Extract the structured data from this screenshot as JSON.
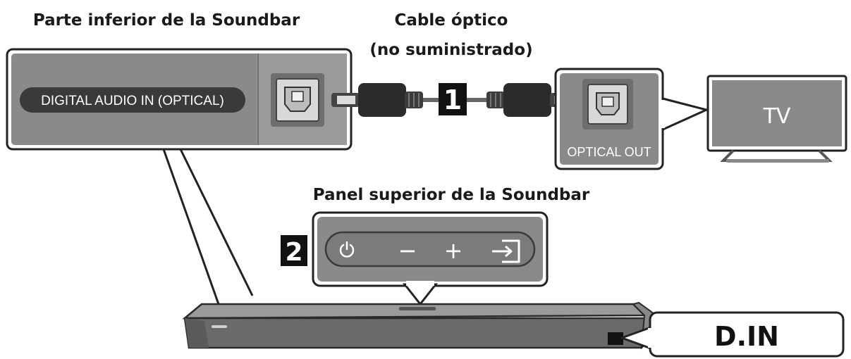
{
  "labels": {
    "bottom_soundbar": "Parte inferior de la Soundbar",
    "optical_cable_line1": "Cable óptico",
    "optical_cable_line2": "(no suministrado)",
    "top_panel": "Panel superior de la Soundbar"
  },
  "ports": {
    "digital_audio_in": "DIGITAL AUDIO IN (OPTICAL)",
    "optical_out": "OPTICAL OUT"
  },
  "tv": {
    "label": "TV"
  },
  "steps": {
    "step1": "1",
    "step2": "2"
  },
  "top_panel_buttons": [
    {
      "icon": "power-icon"
    },
    {
      "icon": "volume-down-icon",
      "glyph": "−"
    },
    {
      "icon": "volume-up-icon",
      "glyph": "+"
    },
    {
      "icon": "source-input-icon"
    }
  ],
  "display": {
    "text": "D.IN"
  },
  "colors": {
    "panel_gray": "#8a8a8a",
    "dark_gray": "#3a3a3a",
    "black": "#111111",
    "white": "#ffffff"
  }
}
